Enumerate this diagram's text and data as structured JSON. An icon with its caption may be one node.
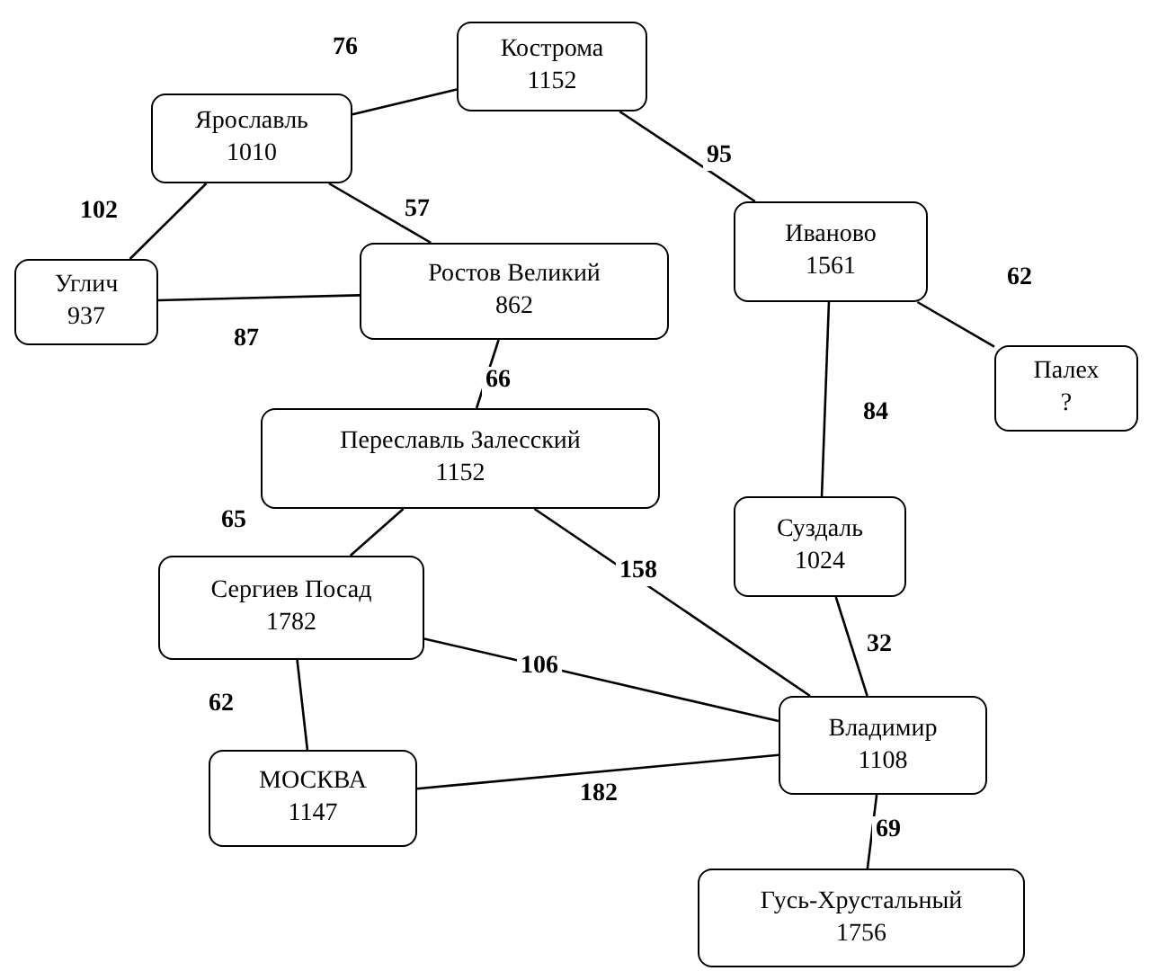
{
  "diagram": {
    "nodes": [
      {
        "text": [
          "Кострома",
          "1152"
        ]
      },
      {
        "text": [
          "Ярославль",
          "1010"
        ]
      },
      {
        "text": [
          "Углич",
          "937"
        ]
      },
      {
        "text": [
          "Ростов Великий",
          "862"
        ]
      },
      {
        "text": [
          "Иваново",
          "1561"
        ]
      },
      {
        "text": [
          "Палех",
          "?"
        ]
      },
      {
        "text": [
          "Переславль Залесский",
          "1152"
        ]
      },
      {
        "text": [
          "Суздаль",
          "1024"
        ]
      },
      {
        "text": [
          "Сергиев Посад",
          "1782"
        ]
      },
      {
        "text": [
          "МОСКВА",
          "1147"
        ]
      },
      {
        "text": [
          "Владимир",
          "1108"
        ]
      },
      {
        "text": [
          "Гусь-Хрустальный",
          "1756"
        ]
      }
    ],
    "edges": [
      {
        "from": 1,
        "to": 0,
        "arrow": "none",
        "label": "76"
      },
      {
        "from": 1,
        "to": 2,
        "arrow": "none",
        "label": "102"
      },
      {
        "from": 1,
        "to": 3,
        "arrow": "none",
        "label": "57"
      },
      {
        "from": 2,
        "to": 3,
        "arrow": "none",
        "label": "87"
      },
      {
        "from": 0,
        "to": 4,
        "arrow": "none",
        "label": "95"
      },
      {
        "from": 3,
        "to": 6,
        "arrow": "none",
        "label": "66"
      },
      {
        "from": 4,
        "to": 5,
        "arrow": "none",
        "label": "62"
      },
      {
        "from": 4,
        "to": 7,
        "arrow": "none",
        "label": "84"
      },
      {
        "from": 6,
        "to": 8,
        "arrow": "none",
        "label": "65"
      },
      {
        "from": 6,
        "to": 10,
        "arrow": "none",
        "label": "158"
      },
      {
        "from": 8,
        "to": 10,
        "arrow": "none",
        "label": "106"
      },
      {
        "from": 7,
        "to": 10,
        "arrow": "none",
        "label": "32"
      },
      {
        "from": 8,
        "to": 9,
        "arrow": "none",
        "label": "62"
      },
      {
        "from": 9,
        "to": 10,
        "arrow": "none",
        "label": "182"
      },
      {
        "from": 10,
        "to": 11,
        "arrow": "none",
        "label": "69"
      }
    ]
  }
}
